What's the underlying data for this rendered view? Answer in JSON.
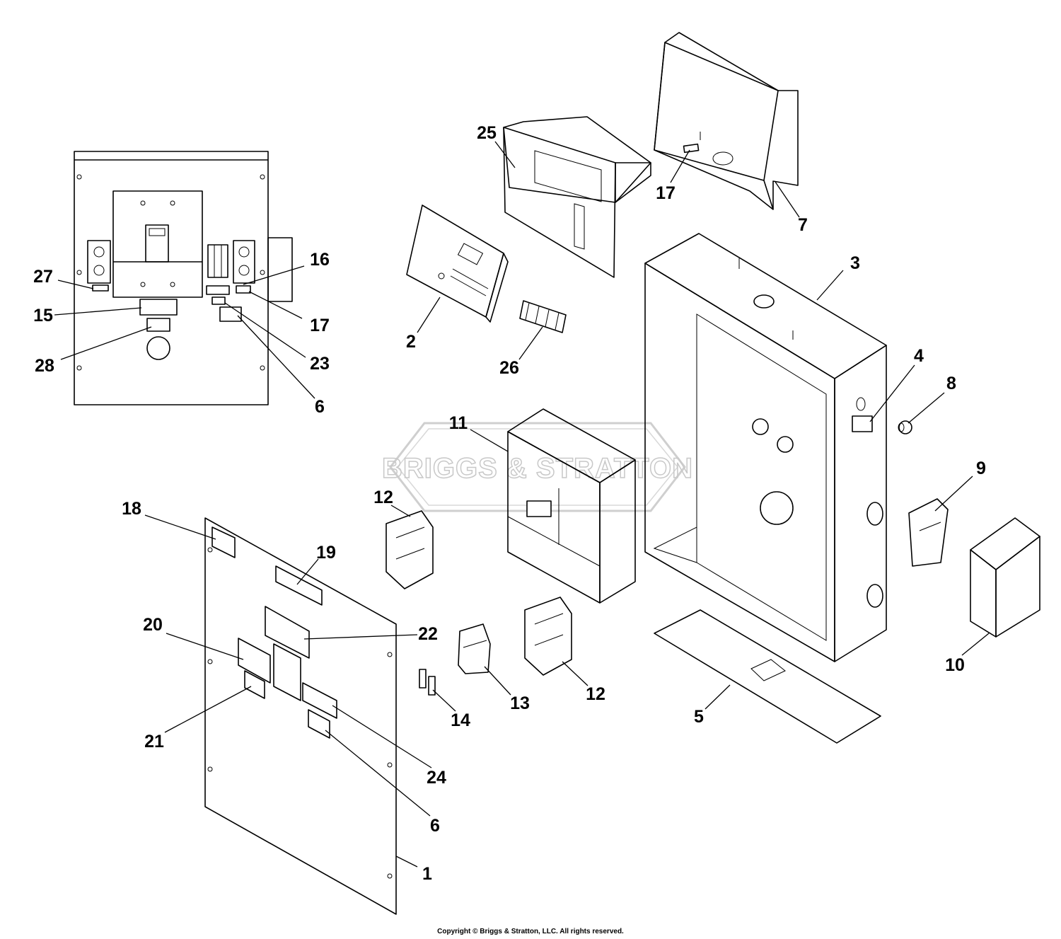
{
  "diagram": {
    "watermark": "BRIGGS & STRATTON",
    "copyright": "Copyright © Briggs & Stratton, LLC. All rights reserved.",
    "callouts": [
      {
        "id": "c25",
        "text": "25"
      },
      {
        "id": "c17a",
        "text": "17"
      },
      {
        "id": "c7",
        "text": "7"
      },
      {
        "id": "c3",
        "text": "3"
      },
      {
        "id": "c2",
        "text": "2"
      },
      {
        "id": "c26",
        "text": "26"
      },
      {
        "id": "c4",
        "text": "4"
      },
      {
        "id": "c8",
        "text": "8"
      },
      {
        "id": "c11",
        "text": "11"
      },
      {
        "id": "c9",
        "text": "9"
      },
      {
        "id": "c12a",
        "text": "12"
      },
      {
        "id": "c18",
        "text": "18"
      },
      {
        "id": "c19",
        "text": "19"
      },
      {
        "id": "c20",
        "text": "20"
      },
      {
        "id": "c22",
        "text": "22"
      },
      {
        "id": "c21",
        "text": "21"
      },
      {
        "id": "c13",
        "text": "13"
      },
      {
        "id": "c12b",
        "text": "12"
      },
      {
        "id": "c14",
        "text": "14"
      },
      {
        "id": "c24",
        "text": "24"
      },
      {
        "id": "c5",
        "text": "5"
      },
      {
        "id": "c10",
        "text": "10"
      },
      {
        "id": "c6a",
        "text": "6"
      },
      {
        "id": "c1",
        "text": "1"
      },
      {
        "id": "c27",
        "text": "27"
      },
      {
        "id": "c16",
        "text": "16"
      },
      {
        "id": "c15",
        "text": "15"
      },
      {
        "id": "c17b",
        "text": "17"
      },
      {
        "id": "c28",
        "text": "28"
      },
      {
        "id": "c23",
        "text": "23"
      },
      {
        "id": "c6b",
        "text": "6"
      }
    ]
  }
}
